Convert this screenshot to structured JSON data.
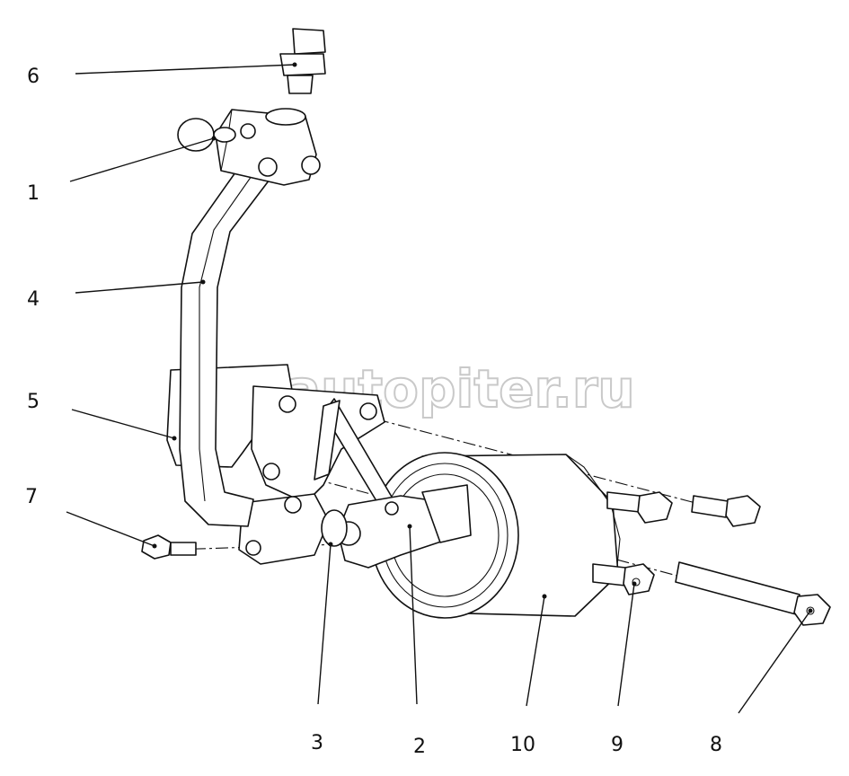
{
  "watermark": {
    "text": "autopiter.ru"
  },
  "callouts": [
    {
      "id": "6",
      "label": "6"
    },
    {
      "id": "1",
      "label": "1"
    },
    {
      "id": "4",
      "label": "4"
    },
    {
      "id": "5",
      "label": "5"
    },
    {
      "id": "7",
      "label": "7"
    },
    {
      "id": "3",
      "label": "3"
    },
    {
      "id": "2",
      "label": "2"
    },
    {
      "id": "10",
      "label": "10"
    },
    {
      "id": "9",
      "label": "9"
    },
    {
      "id": "8",
      "label": "8"
    }
  ]
}
